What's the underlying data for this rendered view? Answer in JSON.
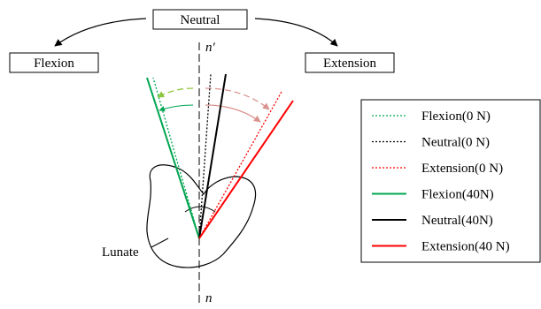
{
  "modes": {
    "neutral": "Neutral",
    "flexion": "Flexion",
    "extension": "Extension"
  },
  "axis": {
    "top_label": "n′",
    "bottom_label": "n"
  },
  "bone_label": "Lunate",
  "legend": [
    {
      "label": "Flexion(0 N)",
      "color": "#00a651",
      "style": "dotted"
    },
    {
      "label": "Neutral(0 N)",
      "color": "#000000",
      "style": "dotted"
    },
    {
      "label": "Extension(0 N)",
      "color": "#ff0000",
      "style": "dotted"
    },
    {
      "label": "Flexion(40N)",
      "color": "#00a651",
      "style": "solid"
    },
    {
      "label": "Neutral(40N)",
      "color": "#000000",
      "style": "solid"
    },
    {
      "label": "Extension(40 N)",
      "color": "#ff0000",
      "style": "solid"
    }
  ],
  "colors": {
    "flexion": "#00a651",
    "neutral": "#000000",
    "extension": "#ff0000",
    "flexion_arc_faded": "#8dc63f",
    "extension_arc_faded": "#d9938f"
  }
}
